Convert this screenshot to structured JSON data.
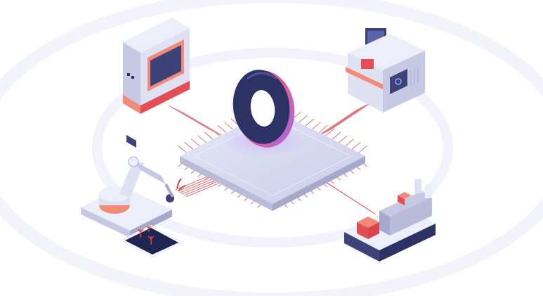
{
  "colors": {
    "background": "#ffffff",
    "ring_guide": "#eef0fa",
    "chip_top": "#d6d8ee",
    "chip_left": "#b9bcd9",
    "chip_right": "#a6a9cc",
    "trace_red": "#e0656b",
    "ring_navy": "#2d3266",
    "ring_rim_pink": "#f26d8c",
    "ring_glow_purple": "#b47cf0",
    "machine_light": "#e8eaf6",
    "machine_mid": "#c6c9e3",
    "machine_dark": "#3d4379",
    "accent_salmon": "#f28a78",
    "accent_red": "#e24e53",
    "soil_dark": "#1f2450",
    "plant_red": "#d9444a"
  },
  "icons": {
    "center_element": "glowing-ring",
    "top_left": "3d-printer",
    "top_right": "cnc-machine",
    "bottom_left": "robotic-arm-with-crop-tray",
    "bottom_right": "conveyor-production-line"
  }
}
